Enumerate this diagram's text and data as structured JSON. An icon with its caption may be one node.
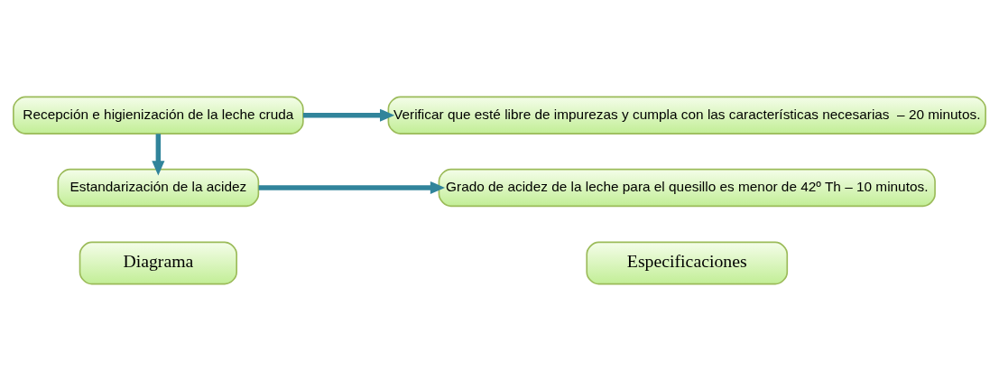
{
  "diagram": {
    "nodes": [
      {
        "text": [
          "Diagrama"
        ]
      },
      {
        "text": [
          "Especificaciones"
        ]
      },
      {
        "text": [
          "Recepción e higienización de la leche cruda"
        ]
      },
      {
        "text": [
          "Verificar que esté libre de impurezas y cumpla con las características necesarias  – 20 minutos."
        ]
      },
      {
        "text": [
          "Estandarización de la acidez"
        ]
      },
      {
        "text": [
          "Grado de acidez de la leche para el quesillo es menor de 42º Th – 10 minutos."
        ]
      }
    ],
    "edges": [
      {
        "from": 2,
        "to": 3,
        "arrow": "to"
      },
      {
        "from": 2,
        "to": 4,
        "arrow": "to"
      },
      {
        "from": 4,
        "to": 5,
        "arrow": "to"
      }
    ]
  }
}
